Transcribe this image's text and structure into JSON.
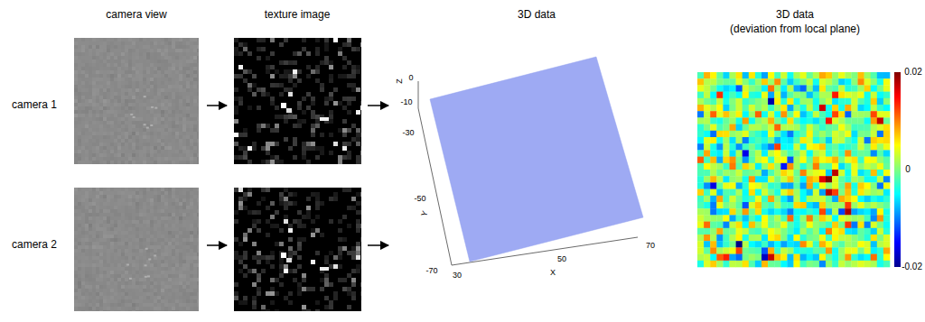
{
  "diagram": {
    "labels": [
      "camera view",
      "texture image",
      "3D data",
      "3D data",
      "(deviation from local plane)",
      "camera 1",
      "camera 2",
      "Z",
      "0",
      "-10",
      "-30",
      "Y",
      "-50",
      "-70",
      "30",
      "50",
      "X",
      "70",
      "0.02",
      "0",
      "-0.02"
    ]
  }
}
